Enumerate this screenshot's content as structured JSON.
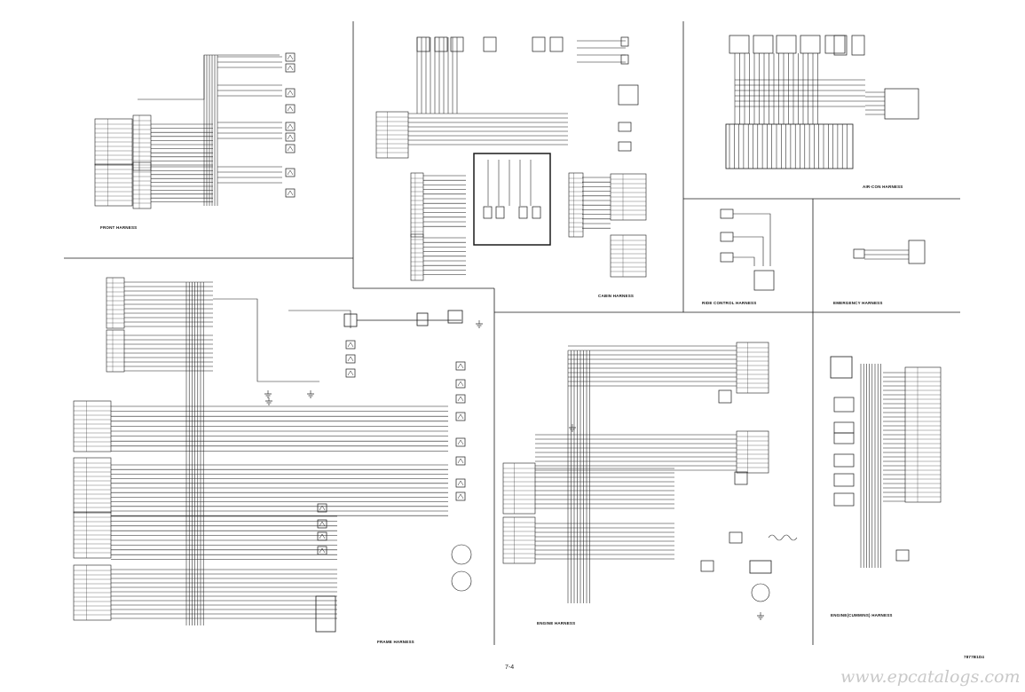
{
  "sheet": {
    "page_number": "7-4",
    "doc_code": "7877B1D4",
    "watermark": "www.epcatalogs.com",
    "colors": {
      "ink": "#111111",
      "line": "#1a1a1a",
      "watermark": "#c8c8c8",
      "background": "#ffffff"
    }
  },
  "panels": [
    {
      "id": "front",
      "title": "FRONT HARNESS"
    },
    {
      "id": "cabin",
      "title": "CABIN HARNESS"
    },
    {
      "id": "aircon",
      "title": "AIR-CON HARNESS"
    },
    {
      "id": "ride-control",
      "title": "RIDE CONTROL HARNESS"
    },
    {
      "id": "emergency",
      "title": "EMERGENCY HARNESS"
    },
    {
      "id": "frame",
      "title": "FRAME HARNESS"
    },
    {
      "id": "engine",
      "title": "ENGINE HARNESS"
    },
    {
      "id": "engine-cummins",
      "title": "ENGINE(CUMMINS) HARNESS"
    }
  ]
}
